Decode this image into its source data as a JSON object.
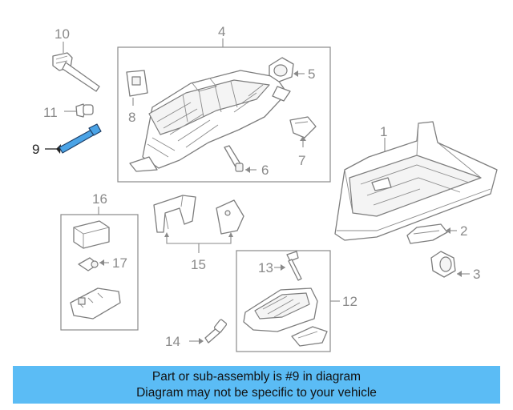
{
  "callouts": {
    "c1": "1",
    "c2": "2",
    "c3": "3",
    "c4": "4",
    "c5": "5",
    "c6": "6",
    "c7": "7",
    "c8": "8",
    "c9": "9",
    "c10": "10",
    "c11": "11",
    "c12": "12",
    "c13": "13",
    "c14": "14",
    "c15": "15",
    "c16": "16",
    "c17": "17"
  },
  "highlight_part": "9",
  "colors": {
    "highlight_fill": "#4aa3e6",
    "banner_background": "#5bbcf5",
    "line_gray": "#8a8a8a"
  },
  "banner": {
    "line1": "Part or sub-assembly is #9 in diagram",
    "line2": "Diagram may not be specific to your vehicle"
  }
}
